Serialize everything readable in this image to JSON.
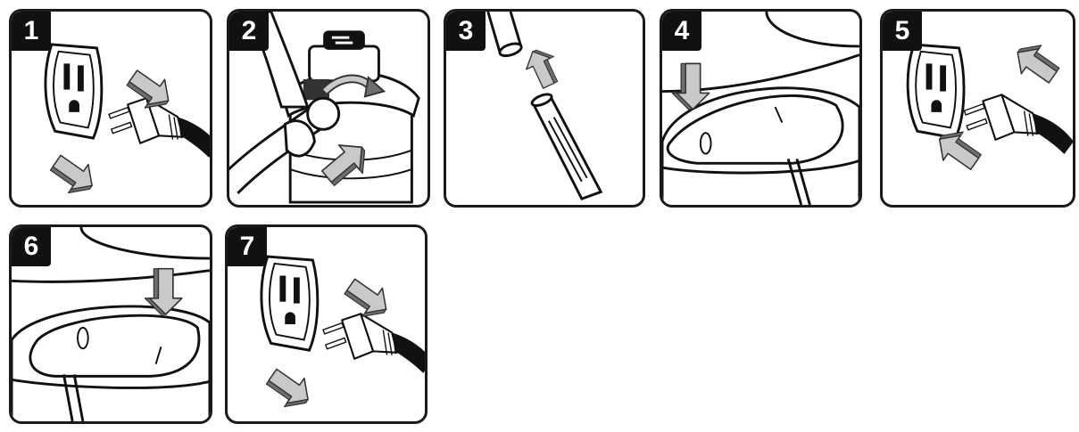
{
  "steps": [
    {
      "number": "1",
      "icon": "outlet-unplug-icon"
    },
    {
      "number": "2",
      "icon": "hose-connect-icon"
    },
    {
      "number": "3",
      "icon": "extension-wand-icon"
    },
    {
      "number": "4",
      "icon": "switch-off-icon"
    },
    {
      "number": "5",
      "icon": "outlet-plug-in-icon"
    },
    {
      "number": "6",
      "icon": "switch-on-icon"
    },
    {
      "number": "7",
      "icon": "outlet-unplug-icon"
    }
  ],
  "colors": {
    "border": "#1a1a1a",
    "badge": "#111111",
    "arrow_fill": "#bfbfbf",
    "arrow_dark": "#7a7a7a"
  }
}
